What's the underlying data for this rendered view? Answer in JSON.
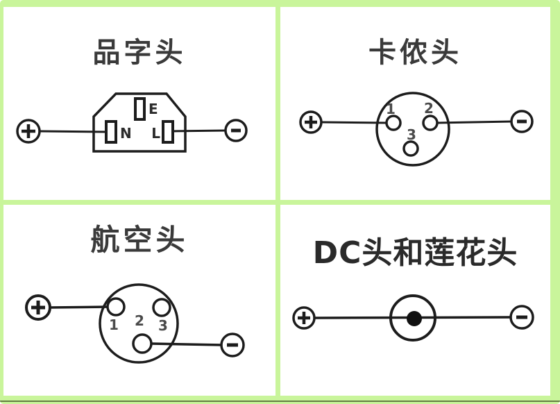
{
  "frame": {
    "background_color": "#c9f59b",
    "panel_color": "#ffffff",
    "line_color": "#1c1c1c"
  },
  "quadrants": [
    {
      "title": "品字头",
      "pins": {
        "top": "E",
        "left": "N",
        "right": "L"
      },
      "terminals": {
        "positive": "+",
        "negative": "−"
      }
    },
    {
      "title": "卡侬头",
      "pins": {
        "p1": "1",
        "p2": "2",
        "p3": "3"
      },
      "terminals": {
        "positive": "+",
        "negative": "−"
      }
    },
    {
      "title": "航空头",
      "pins": {
        "p1": "1",
        "p2": "2",
        "p3": "3"
      },
      "terminals": {
        "positive": "+",
        "negative": "−"
      }
    },
    {
      "title": "DC头和莲花头",
      "terminals": {
        "positive": "+",
        "negative": "−"
      }
    }
  ]
}
